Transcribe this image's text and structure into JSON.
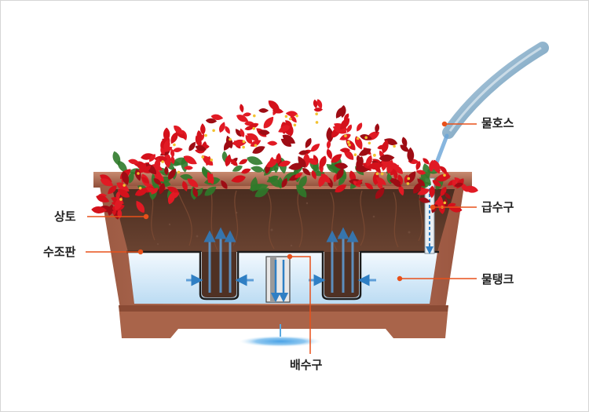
{
  "labels": {
    "hose": "물호스",
    "inlet": "급수구",
    "tank": "물탱크",
    "soil": "상토",
    "plate": "수조판",
    "drain": "배수구"
  },
  "icons": {
    "plant": "poinsettia-plant",
    "planter": "self-watering-planter",
    "hose": "water-hose",
    "arrows": "water-flow-arrows"
  },
  "colors": {
    "leader_line": "#e8501a",
    "planter": "#b9735a",
    "soil": "#5b3a2a",
    "water": "#cfe6f7",
    "flowers": "#d4111b",
    "leaves": "#2f7a2a",
    "hose": "#8cb3cf"
  }
}
